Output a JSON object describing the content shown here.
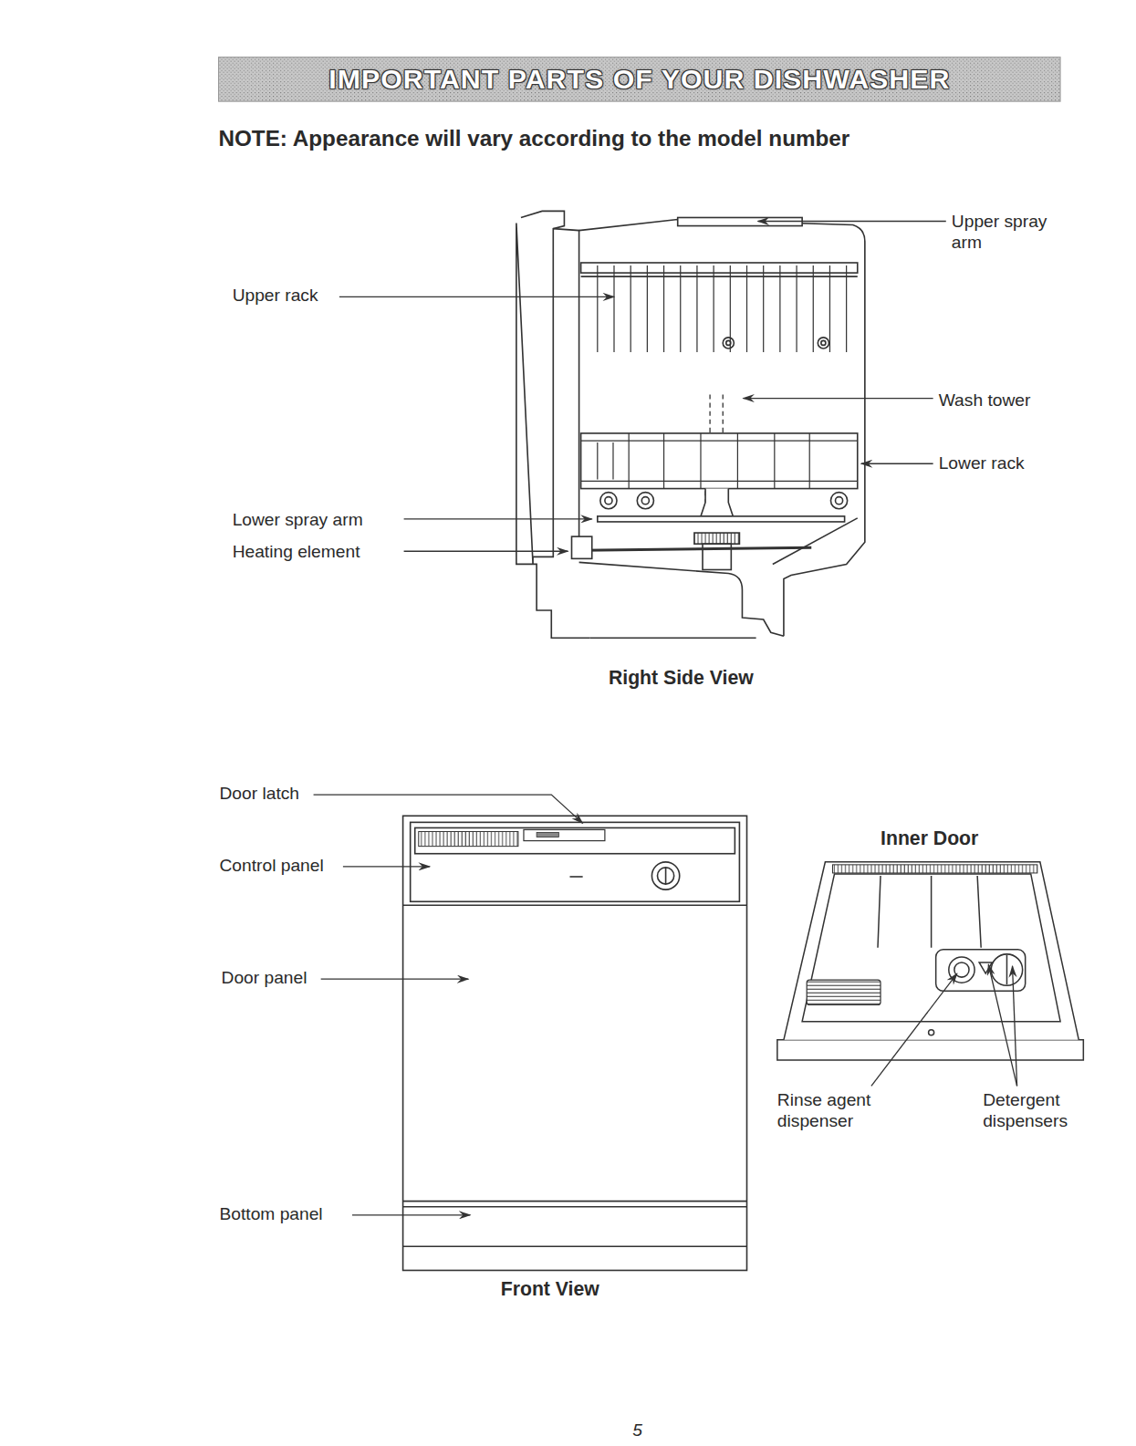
{
  "diagram": {
    "title": "IMPORTANT PARTS OF YOUR DISHWASHER",
    "labels": [
      "NOTE: Appearance will vary according to the model number",
      "Upper spray arm",
      "Upper rack",
      "Wash tower",
      "Lower rack",
      "Lower spray arm",
      "Heating element",
      "Right Side View",
      "Door latch",
      "Control panel",
      "Door panel",
      "Inner Door",
      "Bottom panel",
      "Rinse agent dispenser",
      "Detergent dispensers",
      "Front View",
      "5"
    ]
  }
}
